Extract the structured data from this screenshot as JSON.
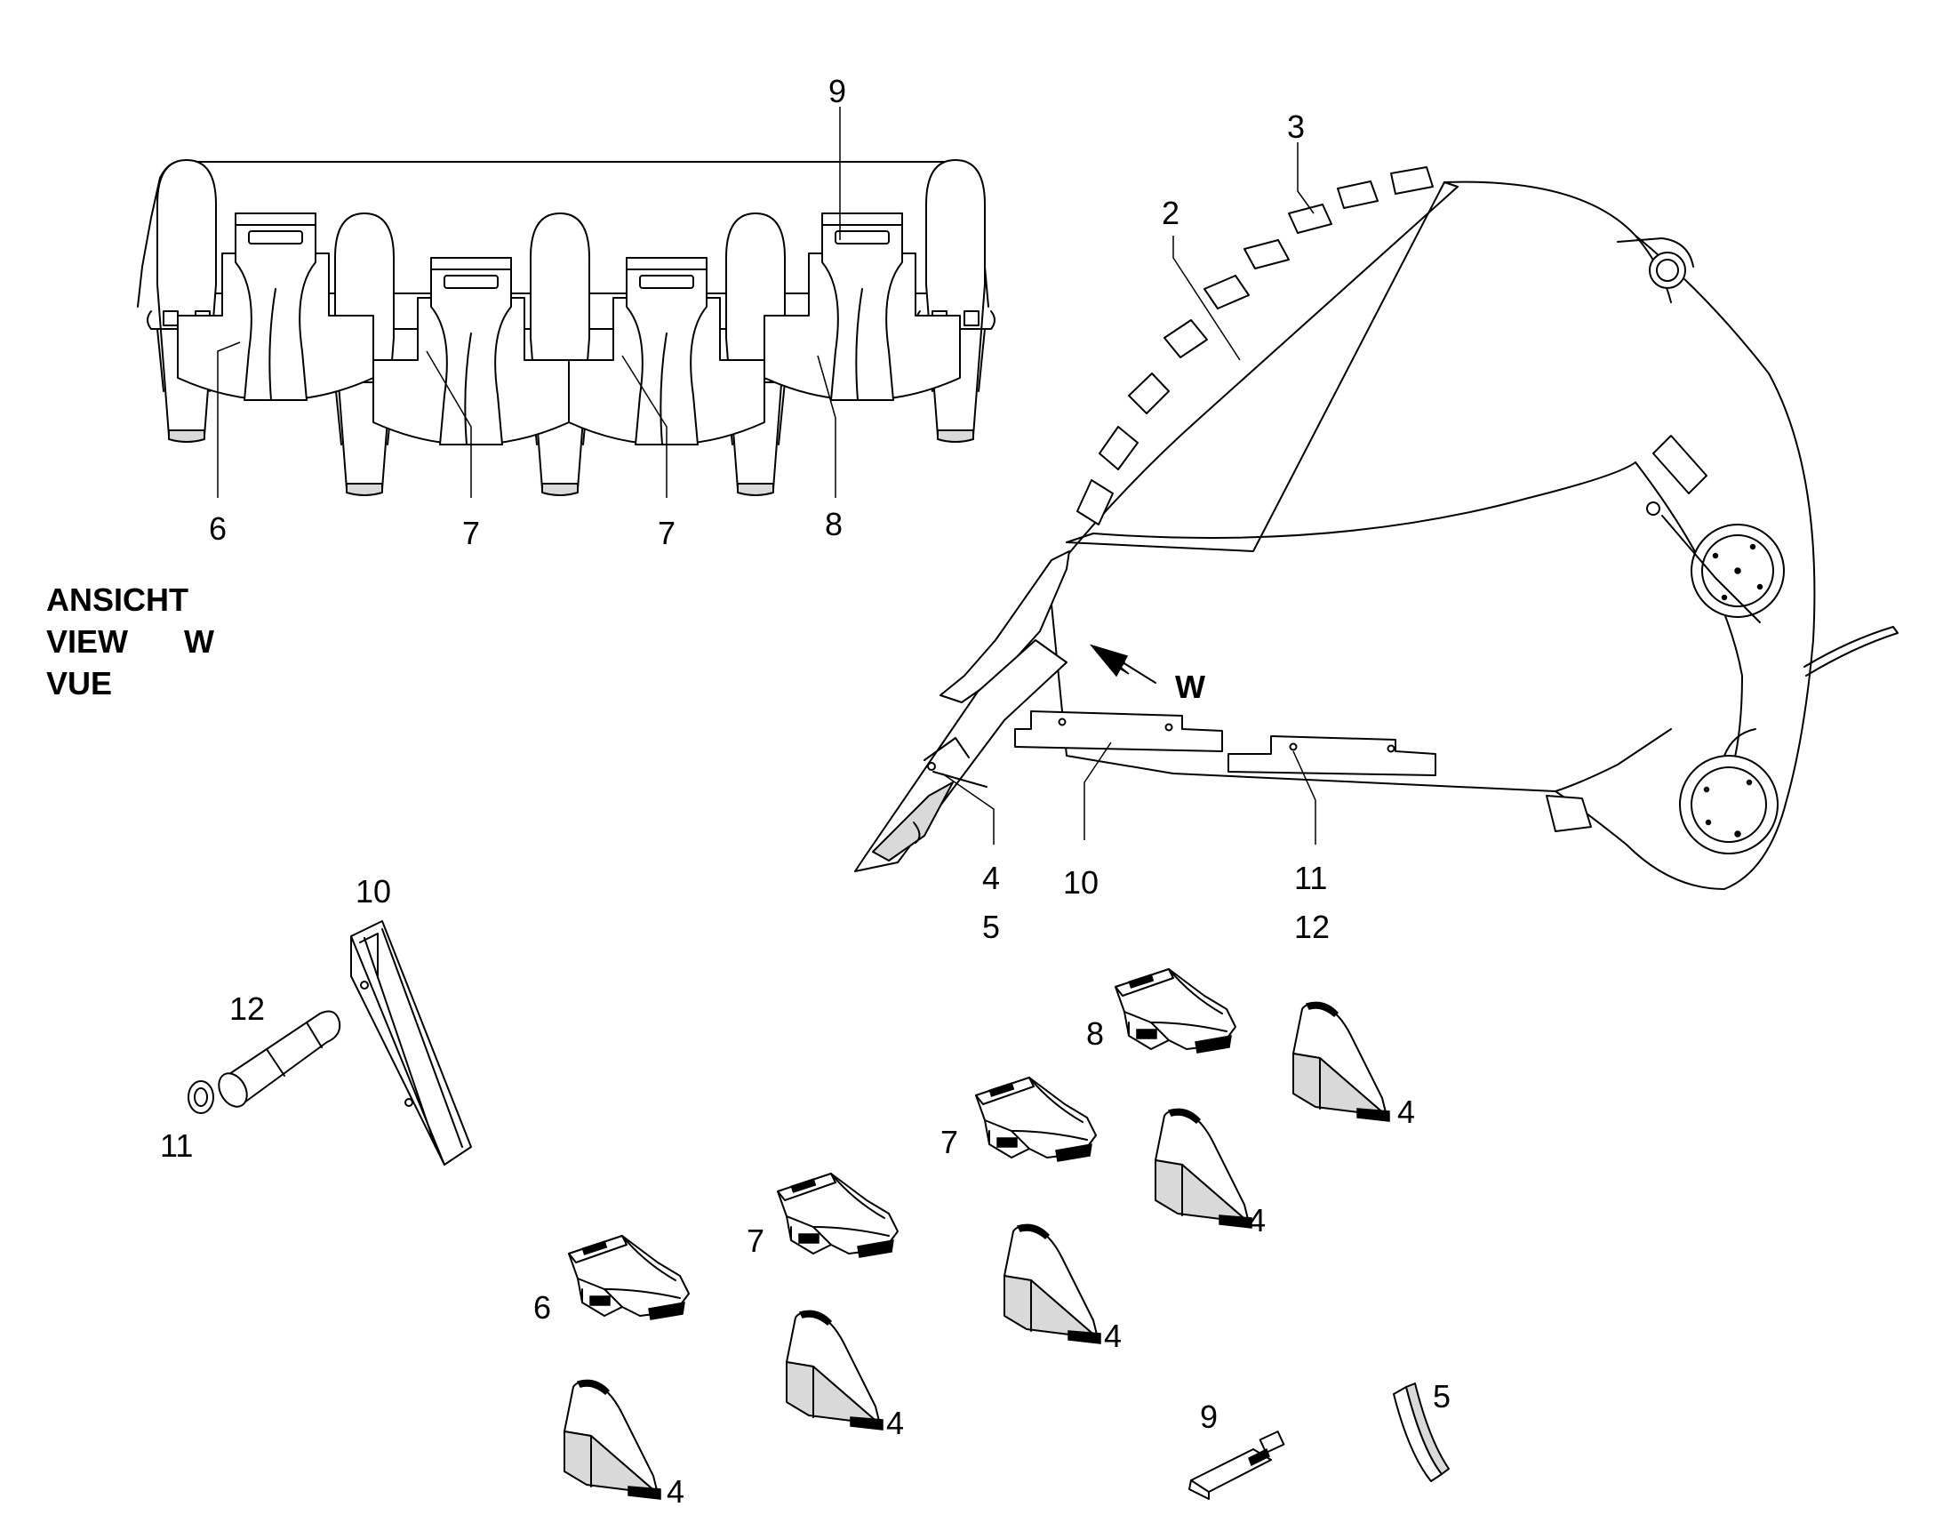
{
  "view_label": {
    "line1": "ANSICHT",
    "line2": "VIEW",
    "line3": "VUE",
    "letter": "W"
  },
  "arrow_label": "W",
  "callouts": {
    "view_9": "9",
    "view_6": "6",
    "view_7a": "7",
    "view_7b": "7",
    "view_8": "8",
    "bucket_2": "2",
    "bucket_3": "3",
    "bucket_4": "4",
    "bucket_5": "5",
    "bucket_10": "10",
    "bucket_11": "11",
    "bucket_12": "12",
    "pin_12": "12",
    "pin_11": "11",
    "plate_10": "10",
    "adapter_8": "8",
    "adapter_7a": "7",
    "adapter_7b": "7",
    "adapter_6": "6",
    "tooth_4a": "4",
    "tooth_4b": "4",
    "tooth_4c": "4",
    "tooth_4d": "4",
    "tooth_4e": "4",
    "lock_9": "9",
    "pad_5": "5"
  }
}
